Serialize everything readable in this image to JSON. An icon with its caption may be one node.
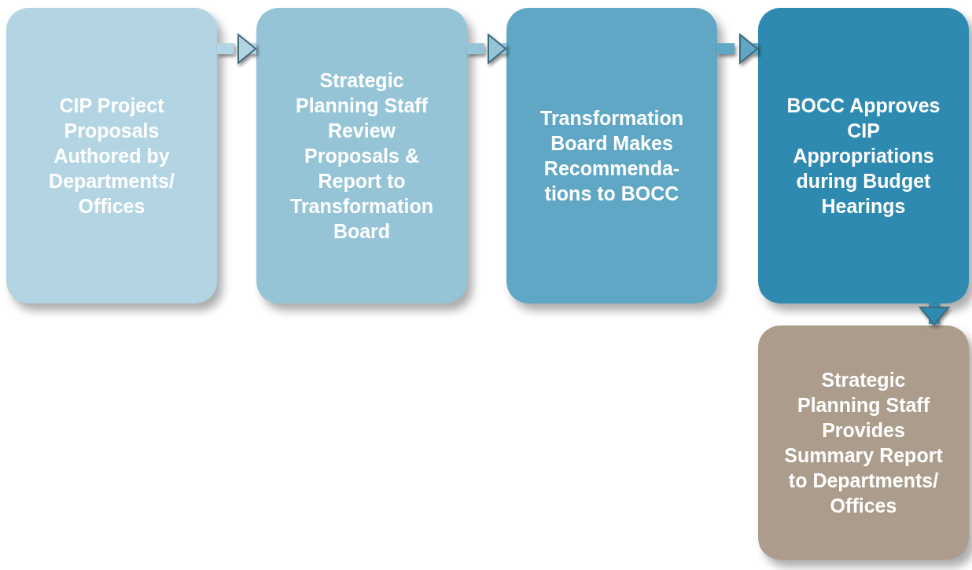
{
  "diagram": {
    "nodes": [
      {
        "text": [
          "CIP Project Proposals Authored by Departments/ Offices"
        ]
      },
      {
        "text": [
          "Strategic Planning Staff Review Proposals & Report to Transformation Board"
        ]
      },
      {
        "text": [
          "Transformation Board Makes Recommenda- tions to BOCC"
        ]
      },
      {
        "text": [
          "BOCC Approves CIP Appropriations during Budget Hearings"
        ]
      },
      {
        "text": [
          "Strategic Planning Staff Provides Summary Report to Departments/ Offices"
        ]
      }
    ],
    "edges": [
      {
        "from": 0,
        "to": 1,
        "arrow": "to",
        "style": "dashed",
        "color": "#b3d5e3"
      },
      {
        "from": 1,
        "to": 2,
        "arrow": "to",
        "style": "dashed",
        "color": "#95c4d7"
      },
      {
        "from": 2,
        "to": 3,
        "arrow": "to",
        "style": "dashed",
        "color": "#5fa7c4"
      },
      {
        "from": 3,
        "to": 4,
        "arrow": "to",
        "style": "dashed",
        "color": "#2e8ab0"
      }
    ]
  }
}
